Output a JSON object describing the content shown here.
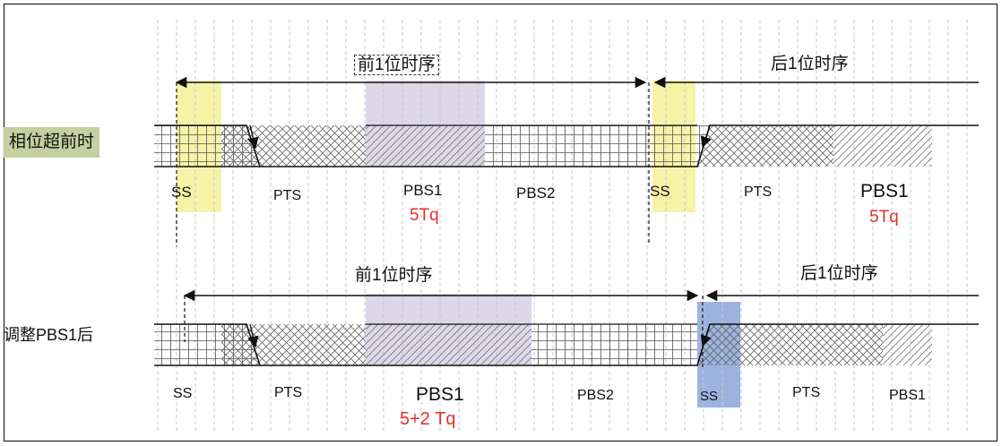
{
  "colors": {
    "ss_highlight": "#f6f3a8",
    "pbs1_highlight": "#ddd8e8",
    "ss_blue": "#9cb3e0",
    "row_label_bg": "#c5cfa0",
    "text_red": "#e0322c",
    "grid_dash": "#c8c8c8",
    "line": "#111111"
  },
  "rows": [
    {
      "label": "相位超前时",
      "top_title": "前1位时序",
      "next_title": "后1位时序",
      "segments": {
        "ss": "SS",
        "pts": "PTS",
        "pbs1": "PBS1",
        "pbs1_tq": "5Tq",
        "pbs2": "PBS2",
        "next_ss": "SS",
        "next_pts": "PTS",
        "next_pbs1": "PBS1",
        "next_pbs1_tq": "5Tq"
      }
    },
    {
      "label": "调整PBS1后",
      "top_title": "前1位时序",
      "next_title": "后1位时序",
      "segments": {
        "ss": "SS",
        "pts": "PTS",
        "pbs1": "PBS1",
        "pbs1_tq": "5+2 Tq",
        "pbs2": "PBS2",
        "next_ss": "SS",
        "next_pts": "PTS",
        "next_pbs1": "PBS1"
      }
    }
  ]
}
